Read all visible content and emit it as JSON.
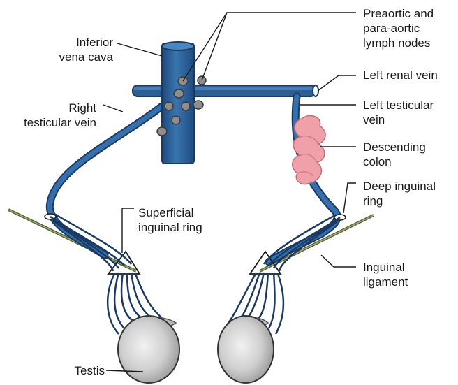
{
  "labels": {
    "inferior_vena_cava": "Inferior\nvena cava",
    "right_testicular_vein": "Right\ntesticular vein",
    "preaortic_nodes": "Preaortic and\npara-aortic\nlymph nodes",
    "left_renal_vein": "Left renal vein",
    "left_testicular_vein": "Left testicular\nvein",
    "descending_colon": "Descending\ncolon",
    "deep_inguinal_ring": "Deep inguinal\nring",
    "superficial_inguinal_ring": "Superficial\ninguinal ring",
    "inguinal_ligament": "Inguinal\nligament",
    "testis": "Testis"
  },
  "colors": {
    "vein": "#2d5f96",
    "vein_dark": "#1b3a63",
    "lymph_node": "#8a8a8a",
    "colon": "#f1a0a8",
    "testis": "#d2d2d2",
    "ligament": "#5a6b3a"
  }
}
